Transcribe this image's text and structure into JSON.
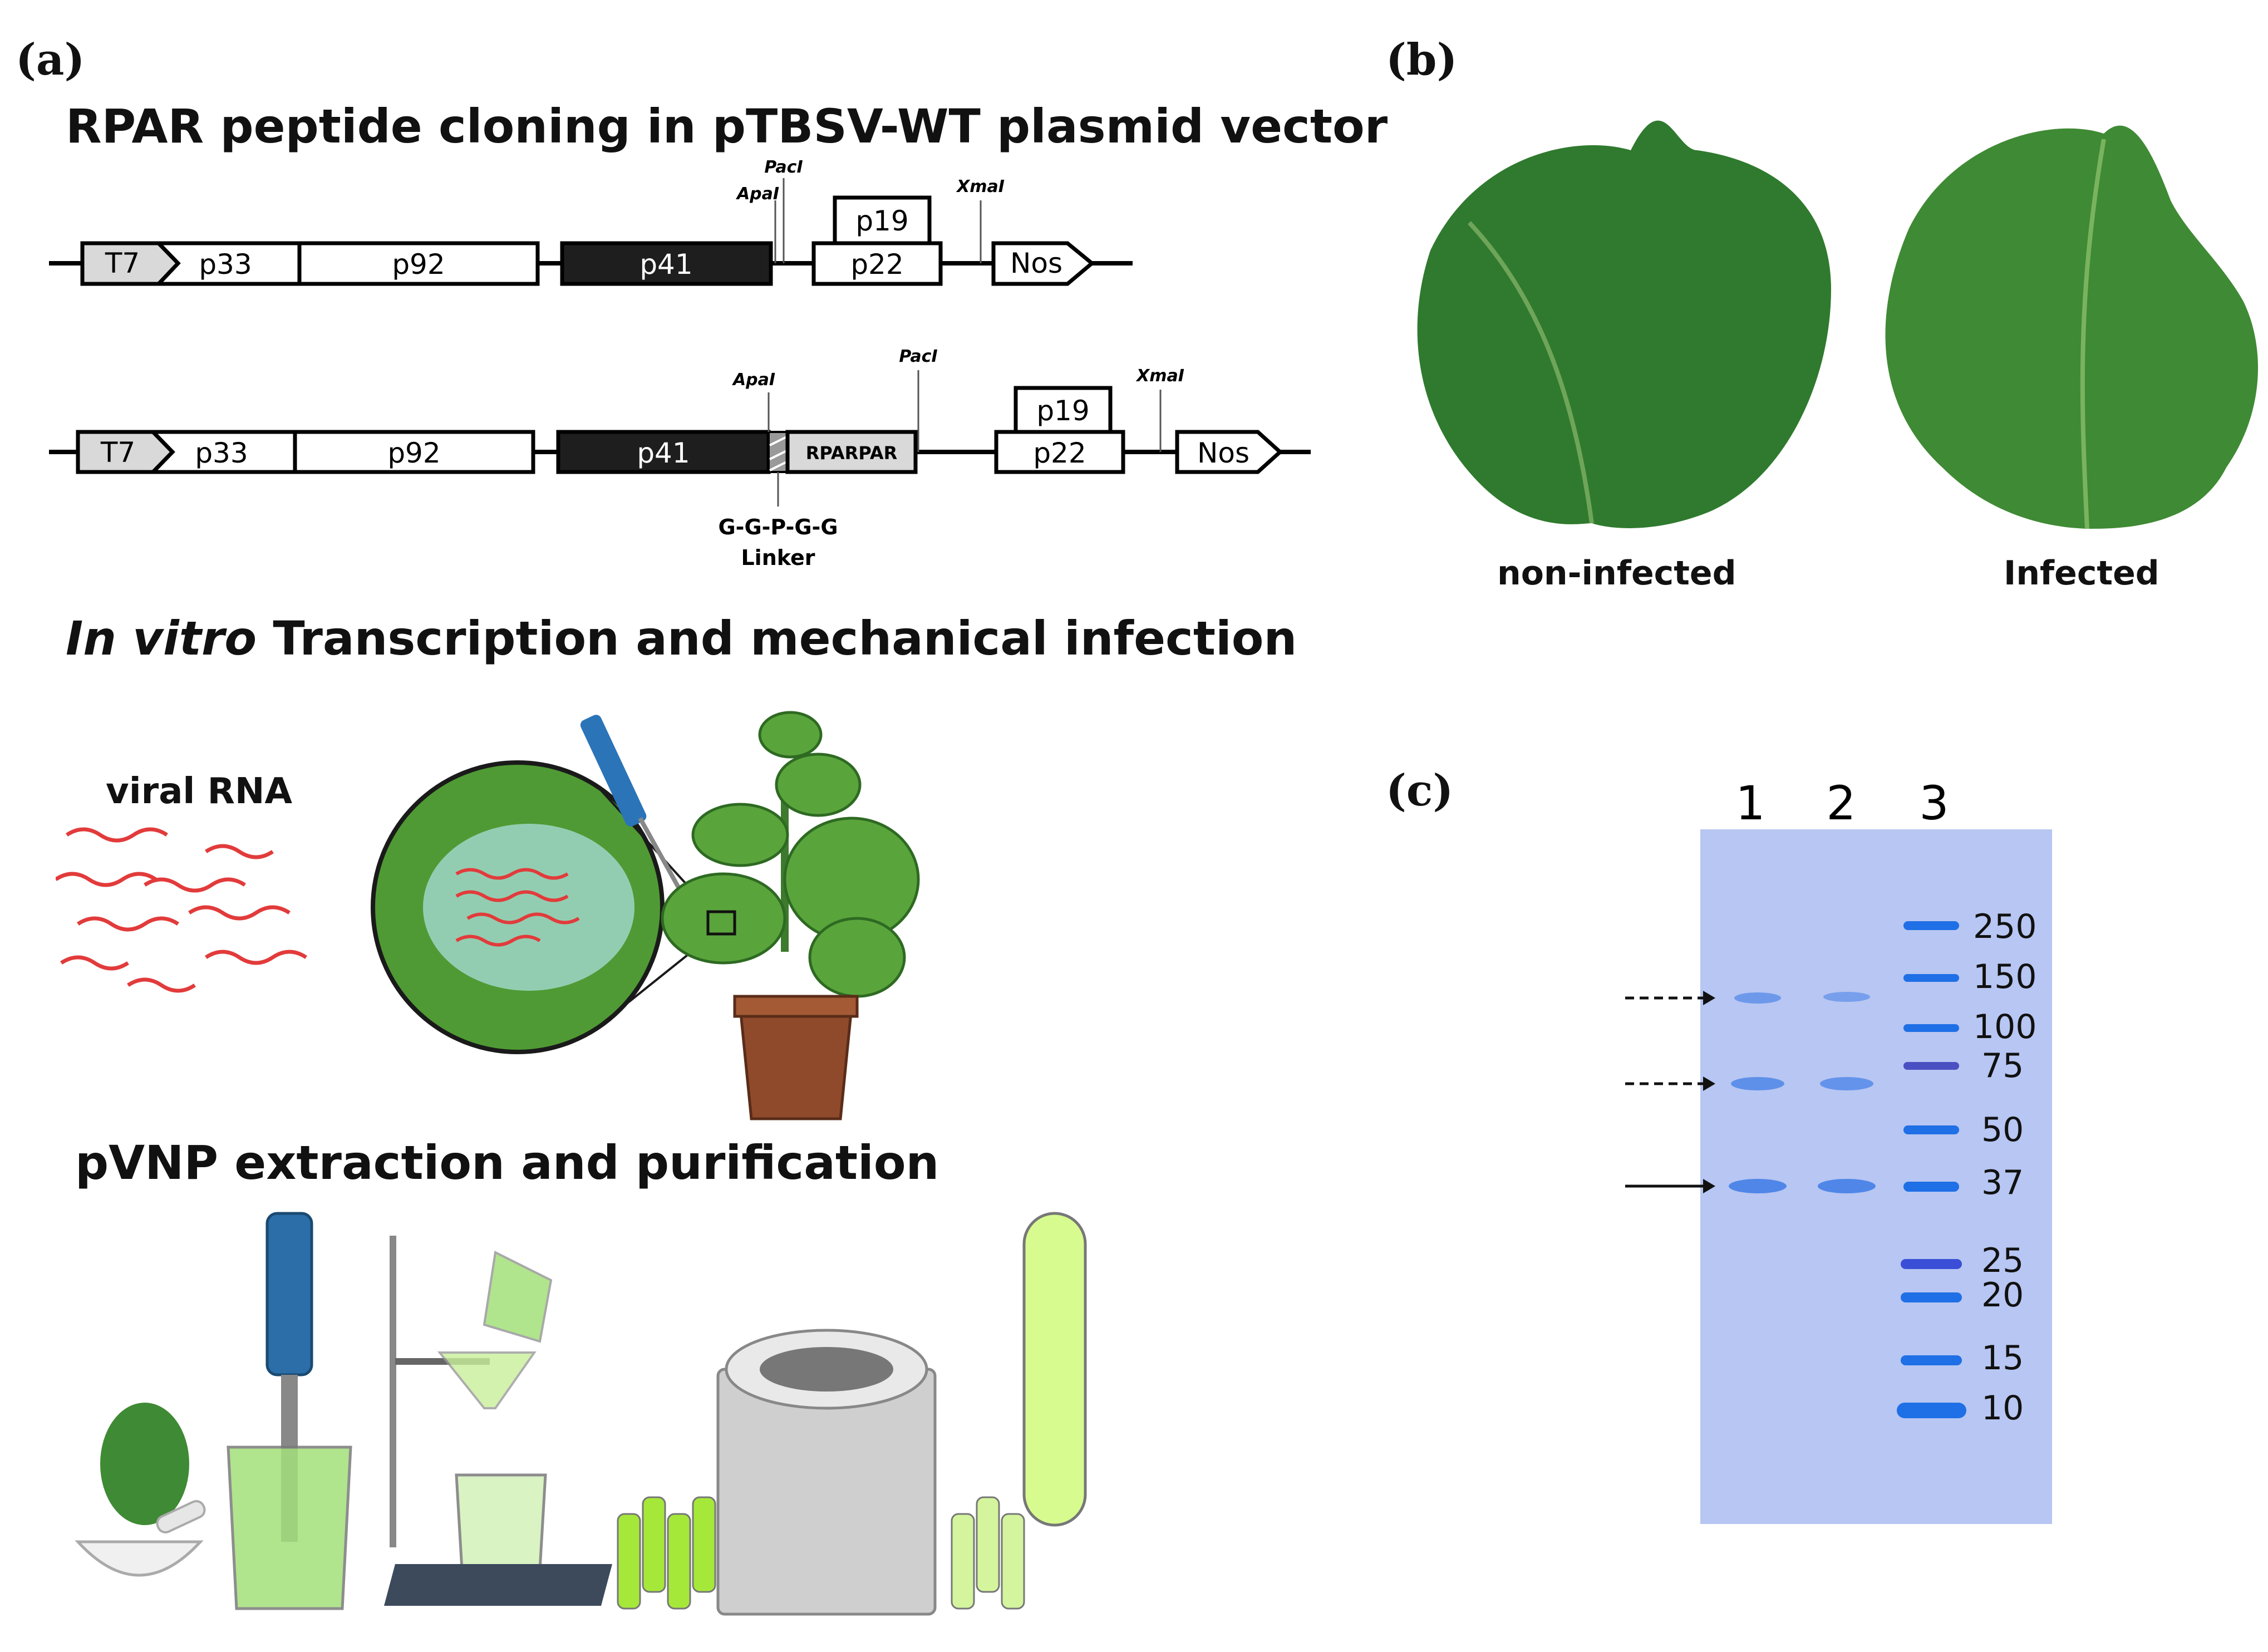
{
  "panels": {
    "a": {
      "letter": "(a)",
      "cloning_title": "RPAR peptide cloning in pTBSV-WT plasmid vector",
      "construct_wt": {
        "genes": [
          "T7",
          "p33",
          "p92",
          "p41",
          "p22",
          "p19",
          "Nos"
        ],
        "sites": [
          "PacI",
          "ApaI",
          "XmaI"
        ]
      },
      "construct_rpar": {
        "genes": [
          "T7",
          "p33",
          "p92",
          "p41",
          "RPARPAR",
          "p19",
          "p22",
          "Nos"
        ],
        "sites": [
          "ApaI",
          "PacI",
          "XmaI"
        ],
        "linker_seq": "G-G-P-G-G",
        "linker_label": "Linker"
      },
      "transcription_title_italic": "In vitro",
      "transcription_title_rest": " Transcription and mechanical infection",
      "viral_rna_label": "viral RNA",
      "extraction_title": "pVNP extraction and purification"
    },
    "b": {
      "letter": "(b)",
      "captions": [
        "non-infected",
        "Infected"
      ]
    },
    "c": {
      "letter": "(c)",
      "lanes": [
        "1",
        "2",
        "3"
      ],
      "ladder": [
        "250",
        "150",
        "100",
        "75",
        "50",
        "37",
        "25",
        "20",
        "15",
        "10"
      ]
    }
  },
  "colors": {
    "gel": "#b7c6f2",
    "ladder_band": "#1f6fe6",
    "leaf_healthy": "#2f7a2e",
    "leaf_infected": "#3f8a34",
    "rna": "#e23b3b",
    "gene_dark": "#1e1e1e",
    "gene_grey": "#d9d9d9"
  }
}
